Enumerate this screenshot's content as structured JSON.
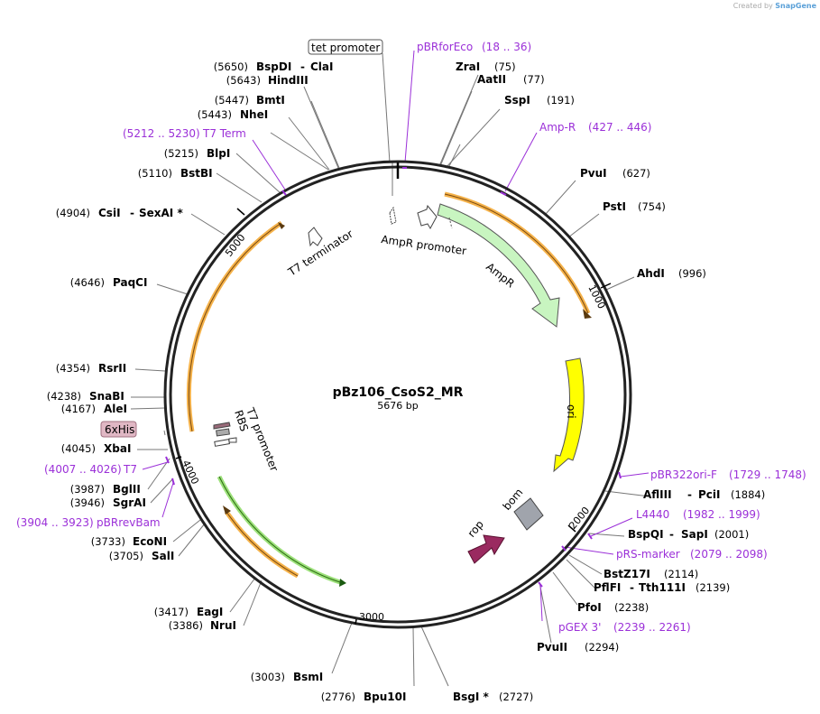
{
  "header": {
    "created_by": "Created by",
    "brand": "SnapGene"
  },
  "plasmid": {
    "name": "pBz106_CsoS2_MR",
    "size": "5676 bp"
  },
  "ticks": [
    "1000",
    "2000",
    "3000",
    "4000",
    "5000"
  ],
  "features": {
    "tet_promoter": "tet promoter",
    "ampr_promoter": "AmpR promoter",
    "ampr": "AmpR",
    "ori": "ori",
    "bom": "bom",
    "rop": "rop",
    "t7_terminator": "T7 terminator",
    "t7_promoter": "T7 promoter",
    "rbs": "RBS",
    "his": "6xHis"
  },
  "sites": [
    {
      "pos": "(5650)",
      "name": "BspDI",
      "suffix": "ClaI"
    },
    {
      "pos": "(5643)",
      "name": "HindIII",
      "suffix": ""
    },
    {
      "pos": "(5447)",
      "name": "BmtI",
      "suffix": ""
    },
    {
      "pos": "(5443)",
      "name": "NheI",
      "suffix": ""
    },
    {
      "pos": "(5215)",
      "name": "BlpI",
      "suffix": ""
    },
    {
      "pos": "(5110)",
      "name": "BstBI",
      "suffix": ""
    },
    {
      "pos": "(4904)",
      "name": "CsiI",
      "suffix": "SexAI *"
    },
    {
      "pos": "(4646)",
      "name": "PaqCI",
      "suffix": ""
    },
    {
      "pos": "(4354)",
      "name": "RsrII",
      "suffix": ""
    },
    {
      "pos": "(4238)",
      "name": "SnaBI",
      "suffix": ""
    },
    {
      "pos": "(4167)",
      "name": "AleI",
      "suffix": ""
    },
    {
      "pos": "(4045)",
      "name": "XbaI",
      "suffix": ""
    },
    {
      "pos": "(3987)",
      "name": "BglII",
      "suffix": ""
    },
    {
      "pos": "(3946)",
      "name": "SgrAI",
      "suffix": ""
    },
    {
      "pos": "(3733)",
      "name": "EcoNI",
      "suffix": ""
    },
    {
      "pos": "(3705)",
      "name": "SalI",
      "suffix": ""
    },
    {
      "pos": "(3417)",
      "name": "EagI",
      "suffix": ""
    },
    {
      "pos": "(3386)",
      "name": "NruI",
      "suffix": ""
    },
    {
      "pos": "(3003)",
      "name": "BsmI",
      "suffix": ""
    },
    {
      "pos": "(2776)",
      "name": "Bpu10I",
      "suffix": ""
    },
    {
      "pos": "(2727)",
      "name": "BsgI *",
      "suffix": ""
    },
    {
      "pos": "(75)",
      "name": "ZraI",
      "suffix": ""
    },
    {
      "pos": "(77)",
      "name": "AatII",
      "suffix": ""
    },
    {
      "pos": "(191)",
      "name": "SspI",
      "suffix": ""
    },
    {
      "pos": "(627)",
      "name": "PvuI",
      "suffix": ""
    },
    {
      "pos": "(754)",
      "name": "PstI",
      "suffix": ""
    },
    {
      "pos": "(996)",
      "name": "AhdI",
      "suffix": ""
    },
    {
      "pos": "(1884)",
      "name": "AflIII",
      "suffix": "PciI"
    },
    {
      "pos": "(2001)",
      "name": "BspQI",
      "suffix": "SapI"
    },
    {
      "pos": "(2114)",
      "name": "BstZ17I",
      "suffix": ""
    },
    {
      "pos": "(2139)",
      "name": "PflFI",
      "suffix": "Tth111I"
    },
    {
      "pos": "(2238)",
      "name": "PfoI",
      "suffix": ""
    },
    {
      "pos": "(2294)",
      "name": "PvuII",
      "suffix": ""
    }
  ],
  "primers": [
    {
      "name": "pBRforEco",
      "range": "(18 .. 36)"
    },
    {
      "name": "Amp-R",
      "range": "(427 .. 446)"
    },
    {
      "name": "T7 Term",
      "range": "(5212 .. 5230)"
    },
    {
      "name": "T7",
      "range": "(4007 .. 4026)"
    },
    {
      "name": "pBRrevBam",
      "range": "(3904 .. 3923)"
    },
    {
      "name": "pBR322ori-F",
      "range": "(1729 .. 1748)"
    },
    {
      "name": "L4440",
      "range": "(1982 .. 1999)"
    },
    {
      "name": "pRS-marker",
      "range": "(2079 .. 2098)"
    },
    {
      "name": "pGEX 3'",
      "range": "(2239 .. 2261)"
    }
  ],
  "colors": {
    "backbone": "#222222",
    "ampr": "#c8f5c0",
    "ori": "#ffff00",
    "bom": "#a0a4ac",
    "rop": "#9a2a60",
    "primer": "#9b30d8",
    "orf": "#f5b24a",
    "his_bg": "#e0b7c4"
  }
}
